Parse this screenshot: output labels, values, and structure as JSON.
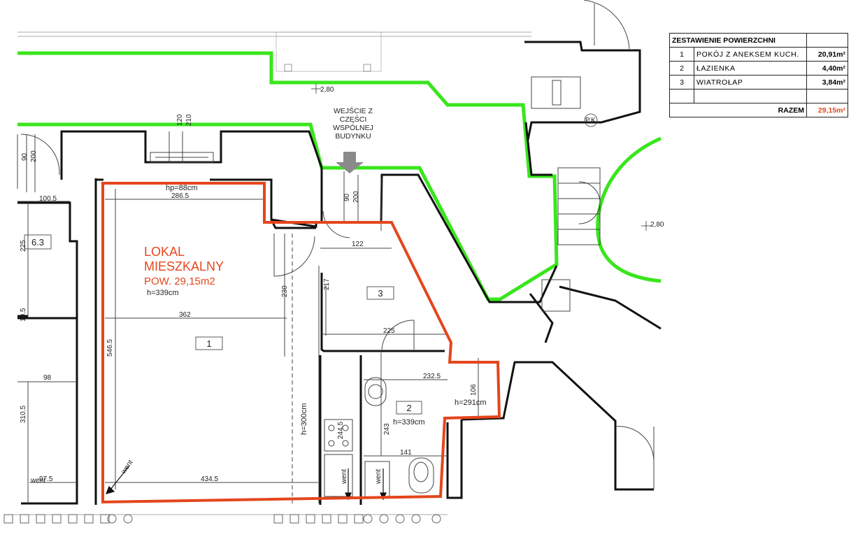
{
  "table": {
    "title": "ZESTAWIENIE POWIERZCHNI",
    "rows": [
      {
        "no": "1",
        "name": "POKÓJ Z ANEKSEM KUCH.",
        "area": "20,91m²"
      },
      {
        "no": "2",
        "name": "ŁAZIENKA",
        "area": "4,40m²"
      },
      {
        "no": "3",
        "name": "WIATROŁAP",
        "area": "3,84m²"
      }
    ],
    "total_label": "RAZEM",
    "total_value": "29,15m²"
  },
  "unit": {
    "line1": "LOKAL",
    "line2": "MIESZKALNY",
    "area": "POW. 29,15m2"
  },
  "entrance": [
    "WEJŚCIE Z",
    "CZĘŚCI",
    "WSPÓLNEJ",
    "BUDYNKU"
  ],
  "rooms": {
    "r1": "1",
    "r2": "2",
    "r3": "3",
    "r63": "6.3"
  },
  "heights": {
    "room1": "h=339cm",
    "room2": "h=339cm",
    "niche": "h=291cm",
    "kitchen": "h=300cm",
    "hp": "hp=88cm"
  },
  "dims": {
    "d2865": "286.5",
    "d120": "120",
    "d210": "210",
    "d90a": "90",
    "d200a": "200",
    "d90b": "90",
    "d200b": "200",
    "d122": "122",
    "d230": "230",
    "d217": "217",
    "d362": "362",
    "d225h": "225",
    "d5465": "546.5",
    "d2325": "232.5",
    "d106": "106",
    "d243": "243",
    "d141": "141",
    "d2445": "244.5",
    "d4345": "434.5",
    "d1005": "100.5",
    "d225v": "225",
    "d105": "10.5",
    "d98": "98",
    "d3105": "310.5",
    "d975": "97.5"
  },
  "levels": {
    "l1": "2,80",
    "l2": "2,80"
  },
  "vents": {
    "v1": "went",
    "v2": "went",
    "v3": "went",
    "v4": "went"
  },
  "pk": "P.K.",
  "colors": {
    "outline": "#e4461c",
    "boundary": "#39e61c",
    "wall": "#111111",
    "arrow": "#8a8a8a"
  }
}
